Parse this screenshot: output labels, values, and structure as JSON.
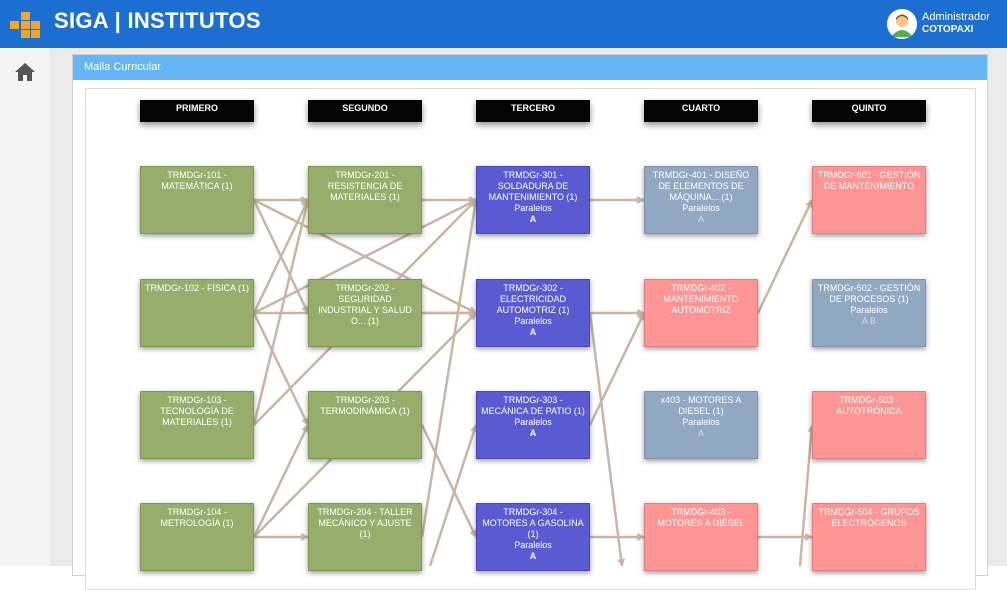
{
  "header": {
    "app_title": "SIGA | INSTITUTOS",
    "user_name": "Administrador",
    "user_org": "COTOPAXI"
  },
  "sidebar": {
    "home_icon": "home-icon"
  },
  "panel": {
    "title": "Malla Curricular"
  },
  "semesters": [
    "PRIMERO",
    "SEGUNDO",
    "TERCERO",
    "CUARTO",
    "QUINTO"
  ],
  "courses": [
    {
      "label": "TRMDGr-101 - MATEMÁTICA (1)",
      "paralelos": "",
      "sections": ""
    },
    {
      "label": "TRMDGr-102 - FÍSICA (1)",
      "paralelos": "",
      "sections": ""
    },
    {
      "label": "TRMDGr-103 - TECNOLOGÍA DE MATERIALES (1)",
      "paralelos": "",
      "sections": ""
    },
    {
      "label": "TRMDGr-104 - METROLOGÍA (1)",
      "paralelos": "",
      "sections": ""
    },
    {
      "label": "TRMDGr-201 - RESISTENCIA DE MATERIALES (1)",
      "paralelos": "",
      "sections": ""
    },
    {
      "label": "TRMDGr-202 - SEGURIDAD INDUSTRIAL Y SALUD O... (1)",
      "paralelos": "",
      "sections": ""
    },
    {
      "label": "TRMDGr-203 - TERMODINÁMICA (1)",
      "paralelos": "",
      "sections": ""
    },
    {
      "label": "TRMDGr-204 - TALLER MECÁNICO Y AJUSTE (1)",
      "paralelos": "",
      "sections": ""
    },
    {
      "label": "TRMDGr-301 - SOLDADURA DE MANTENIMIENTO (1)",
      "paralelos": "Paralelos",
      "sections": "A"
    },
    {
      "label": "TRMDGr-302 - ELECTRICIDAD AUTOMOTRIZ (1)",
      "paralelos": "Paralelos",
      "sections": "A"
    },
    {
      "label": "TRMDGr-303 - MECÁNICA DE PATIO (1)",
      "paralelos": "Paralelos",
      "sections": "A"
    },
    {
      "label": "TRMDGr-304 - MOTORES A GASOLINA (1)",
      "paralelos": "Paralelos",
      "sections": "A"
    },
    {
      "label": "TRMDGr-401 - DISEÑO DE ELEMENTOS DE MÁQUINA... (1)",
      "paralelos": "Paralelos",
      "sections": "A"
    },
    {
      "label": "TRMDGr-402 - MANTENIMIENTO AUTOMOTRIZ",
      "paralelos": "",
      "sections": ""
    },
    {
      "label": "x403 - MOTORES A DIESEL (1)",
      "paralelos": "Paralelos",
      "sections": "A"
    },
    {
      "label": "TRMDGr-403 - MOTORES A DIÉSEL",
      "paralelos": "",
      "sections": ""
    },
    {
      "label": "TRMDGr-501 - GESTIÓN DE MANTENIMIENTO",
      "paralelos": "",
      "sections": ""
    },
    {
      "label": "TRMDGr-502 - GESTIÓN DE PROCESOS (1)",
      "paralelos": "Paralelos",
      "sections": "A B"
    },
    {
      "label": "TRMDGr-503 - AUTOTRÓNICA",
      "paralelos": "",
      "sections": ""
    },
    {
      "label": "TRMDGr-504 - GRUPOS ELECTRÓGENOS",
      "paralelos": "",
      "sections": ""
    }
  ],
  "colors": {
    "topbar": "#1c6fd0",
    "panel_header": "#64b5f6",
    "course_green": "#97ad6b",
    "course_purple": "#5a5ad2",
    "course_grey": "#91a8c3",
    "course_pink": "#ff9494",
    "arrow": "#c9b5a2"
  }
}
